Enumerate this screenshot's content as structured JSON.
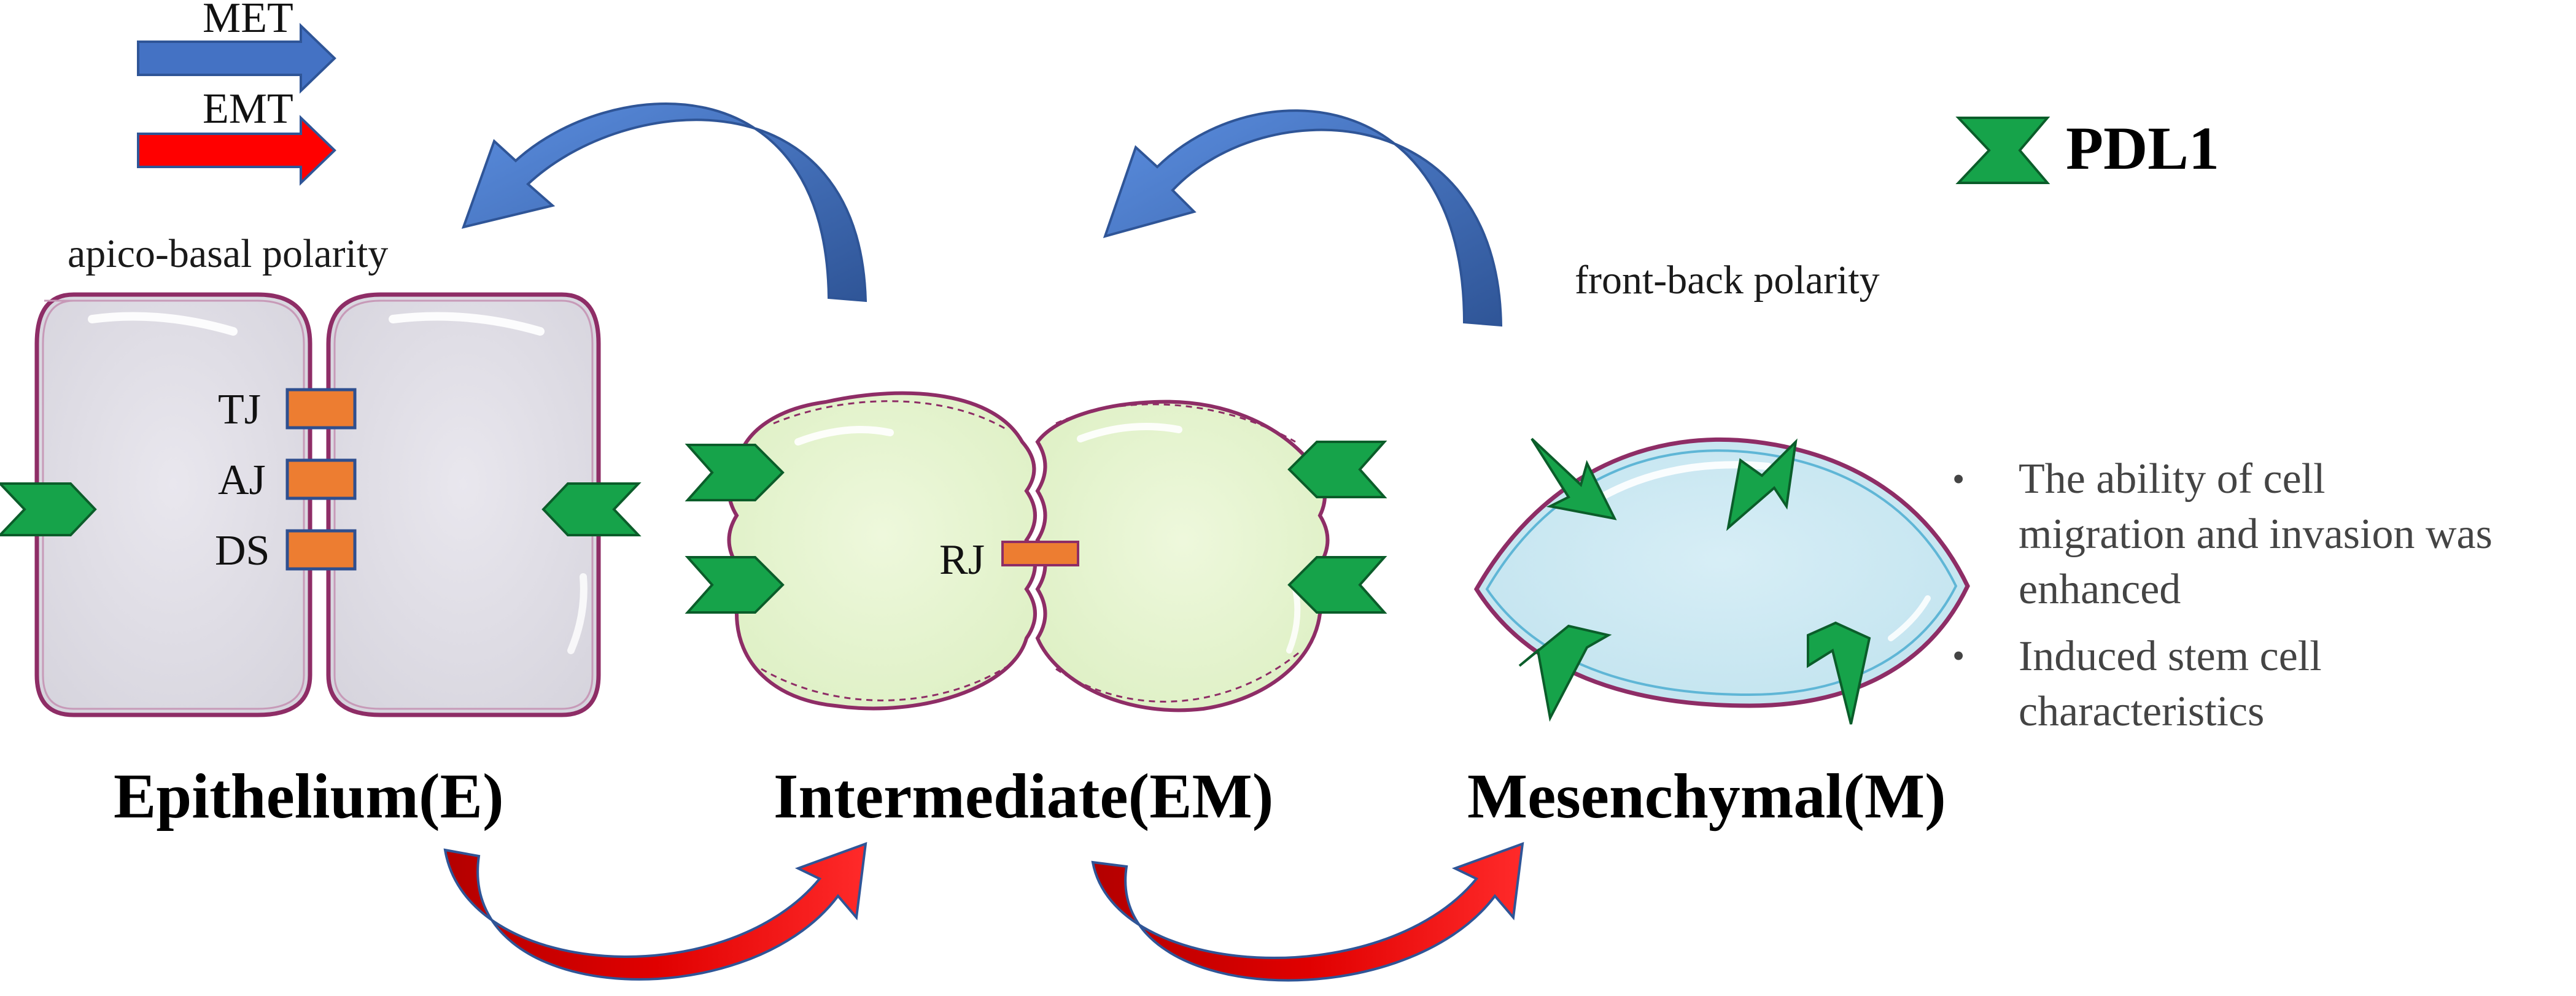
{
  "legend": {
    "met_label": "MET",
    "emt_label": "EMT",
    "pdl1_label": "PDL1",
    "colors": {
      "met": "#4472c4",
      "emt": "#ff0000",
      "pdl1": "#16a34a",
      "junction": "#ed7d31"
    }
  },
  "polarity": {
    "apico_basal": "apico-basal polarity",
    "front_back": "front-back polarity"
  },
  "stages": {
    "epithelium": "Epithelium(E)",
    "intermediate": "Intermediate(EM)",
    "mesenchymal": "Mesenchymal(M)"
  },
  "junctions": {
    "tj": "TJ",
    "aj": "AJ",
    "ds": "DS",
    "rj": "RJ"
  },
  "notes": {
    "bullet_symbol": "•",
    "note1_line1": "The ability of cell",
    "note1_line2": "migration and invasion was",
    "note1_line3": "enhanced",
    "note2_line1": "Induced stem cell",
    "note2_line2": "characteristics"
  }
}
